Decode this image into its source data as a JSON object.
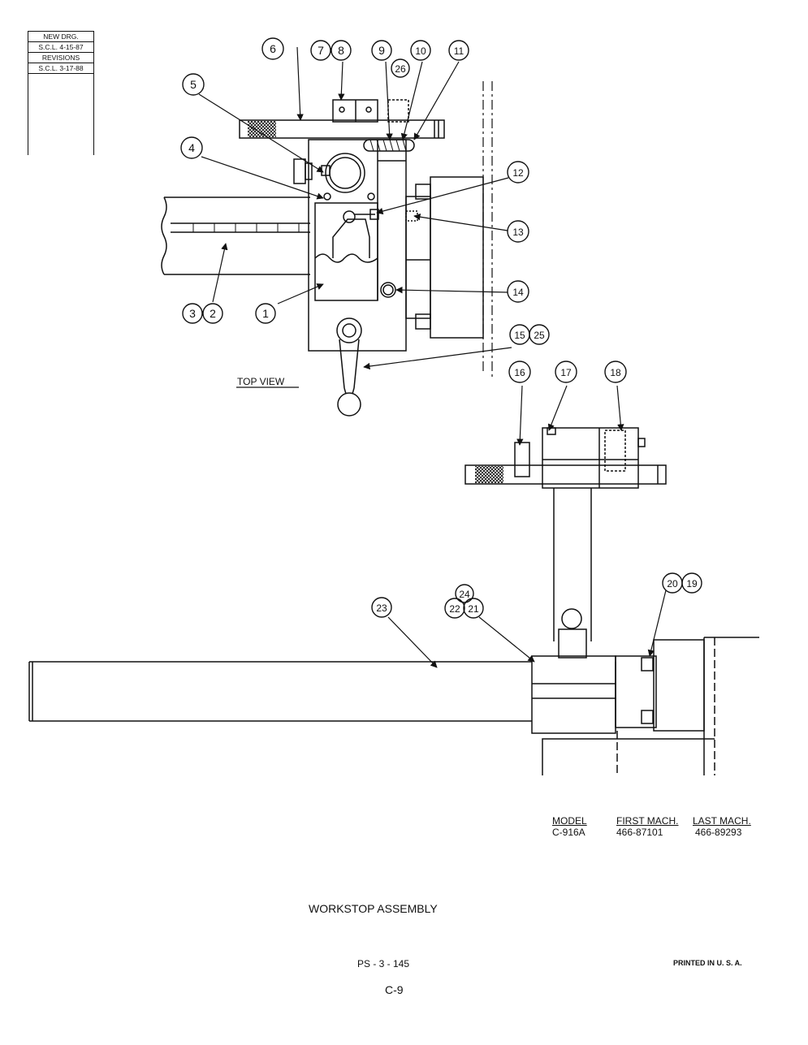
{
  "revision_block": {
    "new_drg": "NEW DRG.",
    "new_drg_by": "S.C.L. 4-15-87",
    "revisions": "REVISIONS",
    "revision_1": "S.C.L. 3-17-88"
  },
  "view_label": "TOP VIEW",
  "balloons": {
    "b1": "1",
    "b2": "2",
    "b3": "3",
    "b4": "4",
    "b5": "5",
    "b6": "6",
    "b7": "7",
    "b8": "8",
    "b9": "9",
    "b10": "10",
    "b11": "11",
    "b12": "12",
    "b13": "13",
    "b14": "14",
    "b15": "15",
    "b16": "16",
    "b17": "17",
    "b18": "18",
    "b19": "19",
    "b20": "20",
    "b21": "21",
    "b22": "22",
    "b23": "23",
    "b24": "24",
    "b25": "25",
    "b26": "26"
  },
  "model_table": {
    "h_model": "MODEL",
    "h_first": "FIRST MACH.",
    "h_last": "LAST MACH.",
    "model": "C-916A",
    "first": "466-87101",
    "last": "466-89293"
  },
  "title": "WORKSTOP ASSEMBLY",
  "page_code": "PS - 3 - 145",
  "printed": "PRINTED IN U. S. A.",
  "page_number": "C-9"
}
